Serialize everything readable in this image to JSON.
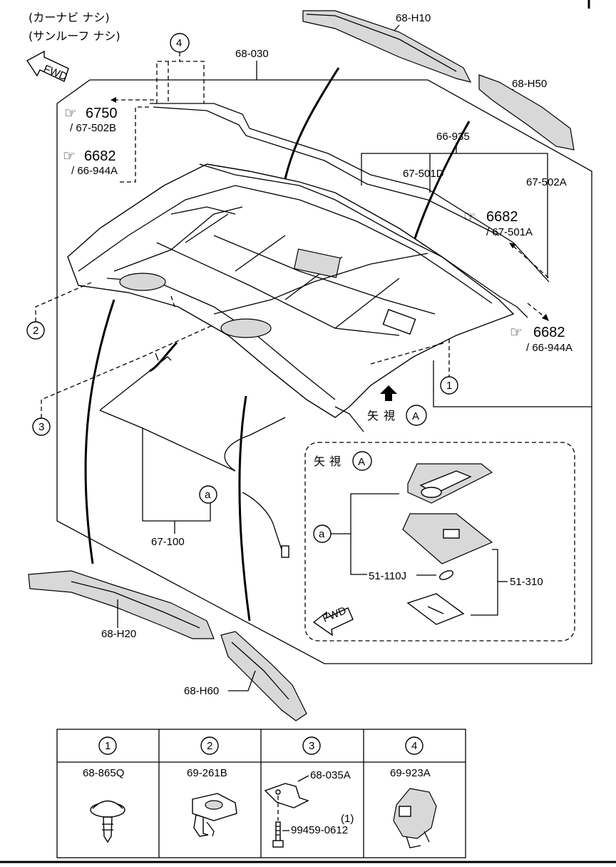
{
  "header": {
    "line1": "(カーナビ ナシ)",
    "line2": "(サンルーフ ナシ)"
  },
  "fwd": "FWD",
  "parts": {
    "p68_H10": "68-H10",
    "p68_H50": "68-H50",
    "p68_030": "68-030",
    "p66_935": "66-935",
    "p67_501D": "67-501D",
    "p67_502A": "67-502A",
    "p67_100": "67-100",
    "p51_110J": "51-110J",
    "p51_310": "51-310",
    "p68_H20": "68-H20",
    "p68_H60": "68-H60"
  },
  "refs": {
    "r6750": "6750",
    "r6750_sub": "/ 67-502B",
    "r6682a": "6682",
    "r6682a_sub": "/ 66-944A",
    "r6682b": "6682",
    "r6682b_sub": "/ 67-501A",
    "r6682c": "6682",
    "r6682c_sub": "/ 66-944A"
  },
  "callouts": {
    "c1": "1",
    "c2": "2",
    "c3": "3",
    "c4": "4",
    "ca": "a",
    "cA": "A"
  },
  "view_label": {
    "kanji1": "矢",
    "kanji2": "視"
  },
  "legend": {
    "cells": [
      {
        "num": "1",
        "parts": [
          "68-865Q"
        ]
      },
      {
        "num": "2",
        "parts": [
          "69-261B"
        ]
      },
      {
        "num": "3",
        "parts": [
          "68-035A",
          "99459-0612"
        ],
        "qty": "(1)"
      },
      {
        "num": "4",
        "parts": [
          "69-923A"
        ]
      }
    ]
  }
}
